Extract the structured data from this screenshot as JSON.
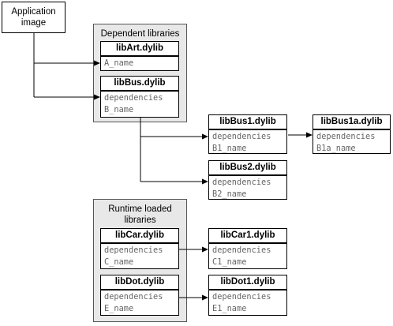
{
  "application": {
    "label_line1": "Application",
    "label_line2": "image"
  },
  "dependent_group": {
    "title": "Dependent libraries"
  },
  "runtime_group": {
    "title_line1": "Runtime loaded",
    "title_line2": "libraries"
  },
  "libs": {
    "libArt": {
      "name": "libArt.dylib",
      "line1": "A_name"
    },
    "libBus": {
      "name": "libBus.dylib",
      "line1": "dependencies",
      "line2": "B_name"
    },
    "libBus1": {
      "name": "libBus1.dylib",
      "line1": "dependencies",
      "line2": "B1_name"
    },
    "libBus1a": {
      "name": "libBus1a.dylib",
      "line1": "dependencies",
      "line2": "B1a_name"
    },
    "libBus2": {
      "name": "libBus2.dylib",
      "line1": "dependencies",
      "line2": "B2_name"
    },
    "libCar": {
      "name": "libCar.dylib",
      "line1": "dependencies",
      "line2": "C_name"
    },
    "libCar1": {
      "name": "libCar1.dylib",
      "line1": "dependencies",
      "line2": "C1_name"
    },
    "libDot": {
      "name": "libDot.dylib",
      "line1": "dependencies",
      "line2": "E_name"
    },
    "libDot1": {
      "name": "libDot1.dylib",
      "line1": "dependencies",
      "line2": "E1_name"
    }
  }
}
